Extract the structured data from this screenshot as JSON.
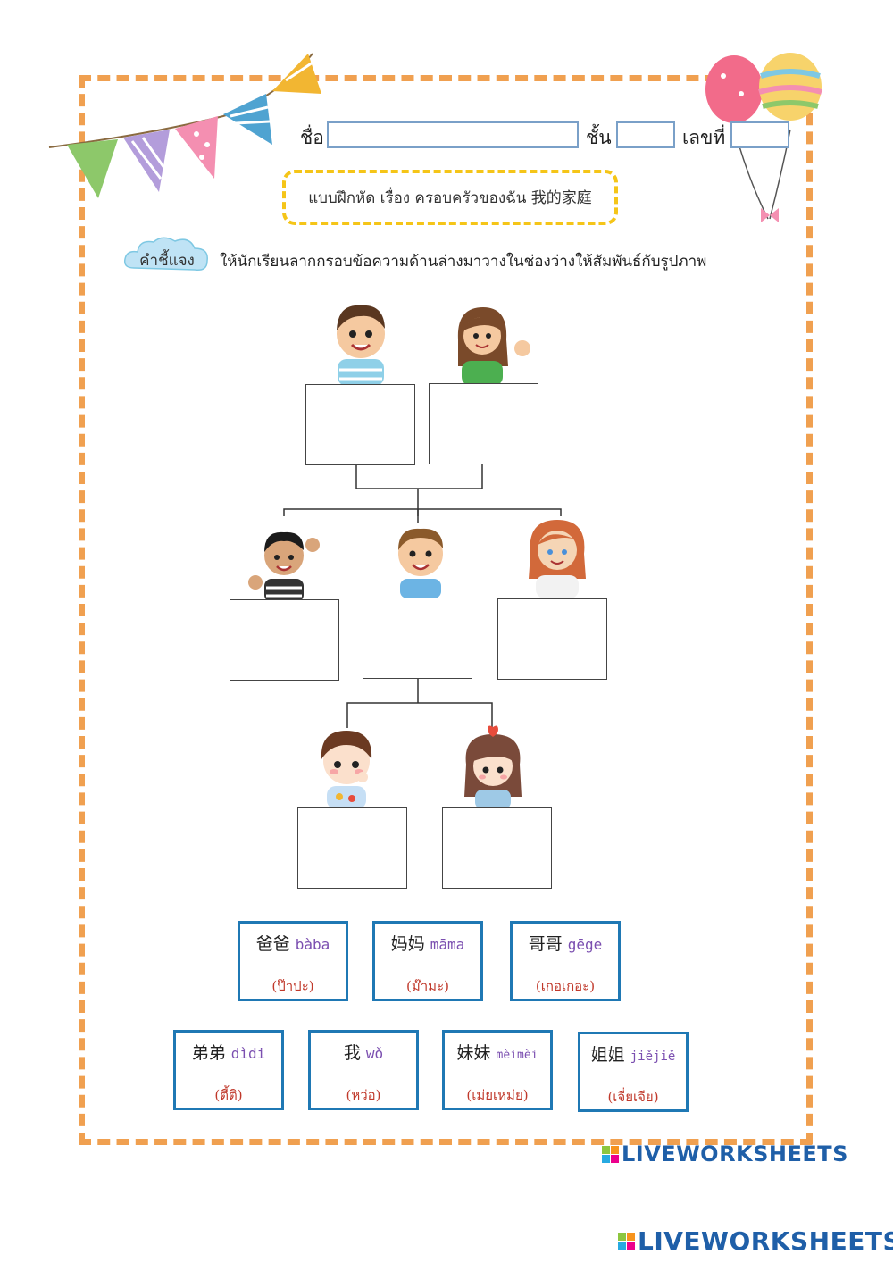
{
  "header": {
    "name_label": "ชื่อ",
    "class_label": "ชั้น",
    "number_label": "เลขที่",
    "name_value": "",
    "class_value": "",
    "number_value": ""
  },
  "title": "แบบฝึกหัด เรื่อง ครอบครัวของฉัน 我的家庭",
  "instruction": {
    "tag": "คำชี้แจง",
    "text": "ให้นักเรียนลากกรอบข้อความด้านล่างมาวางในช่องว่างให้สัมพันธ์กับรูปภาพ"
  },
  "drop_slots": [
    "",
    "",
    "",
    "",
    "",
    "",
    ""
  ],
  "cards": [
    {
      "hanzi": "爸爸",
      "pinyin": "bàba",
      "thai": "(ป๊าปะ)"
    },
    {
      "hanzi": "妈妈",
      "pinyin": "māma",
      "thai": "(ม๊ามะ)"
    },
    {
      "hanzi": "哥哥",
      "pinyin": "gēge",
      "thai": "(เกอเกอะ)"
    },
    {
      "hanzi": "弟弟",
      "pinyin": "dìdi",
      "thai": "(ตี้ติ)"
    },
    {
      "hanzi": "我",
      "pinyin": "wǒ",
      "thai": "(หว่อ)"
    },
    {
      "hanzi": "妹妹",
      "pinyin": "mèimèi",
      "thai": "(เม่ยเหม่ย)"
    },
    {
      "hanzi": "姐姐",
      "pinyin": "jiějiě",
      "thai": "(เจี่ยเจีย)"
    }
  ],
  "brand": "LIVEWORKSHEETS",
  "colors": {
    "frame": "#f0a050",
    "title_border": "#f5c518",
    "card_border": "#1f78b4",
    "pinyin": "#7b4fb0",
    "thai": "#c0392b",
    "brand": "#1f5fa8"
  }
}
